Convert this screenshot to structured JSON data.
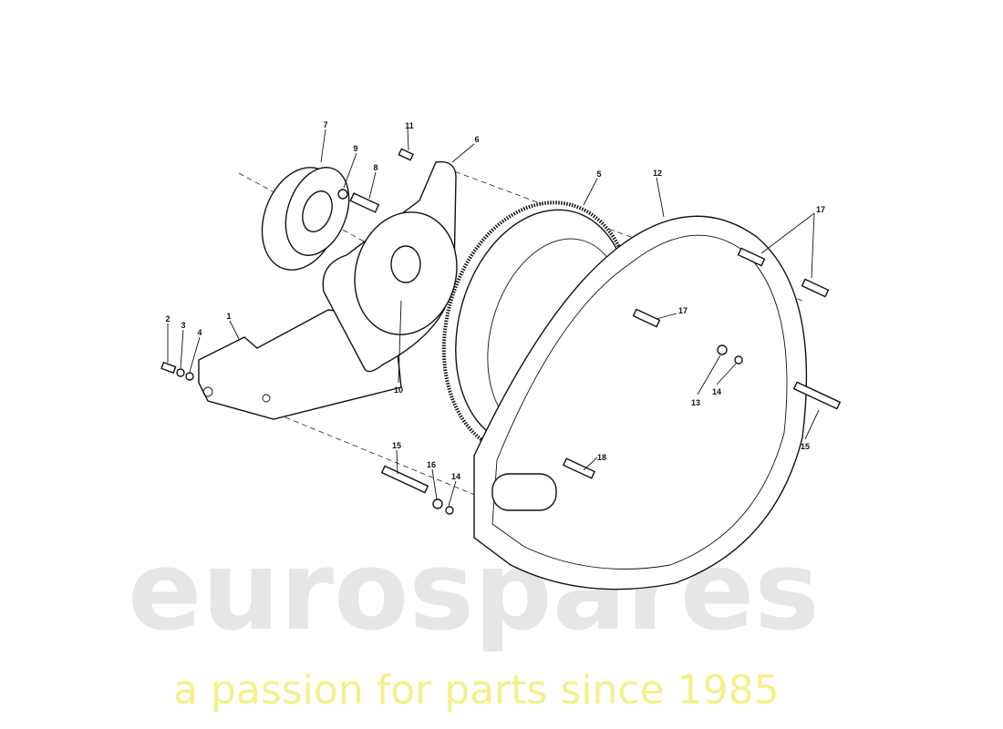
{
  "diagram": {
    "callouts": [
      "1",
      "2",
      "3",
      "4",
      "5",
      "6",
      "7",
      "8",
      "9",
      "10",
      "11",
      "12",
      "13",
      "14",
      "14",
      "15",
      "15",
      "16",
      "17",
      "17",
      "18"
    ]
  },
  "watermark": {
    "brand": "eurospares",
    "tagline": "a passion for parts since 1985",
    "tagline_color": "#f3f08a"
  }
}
